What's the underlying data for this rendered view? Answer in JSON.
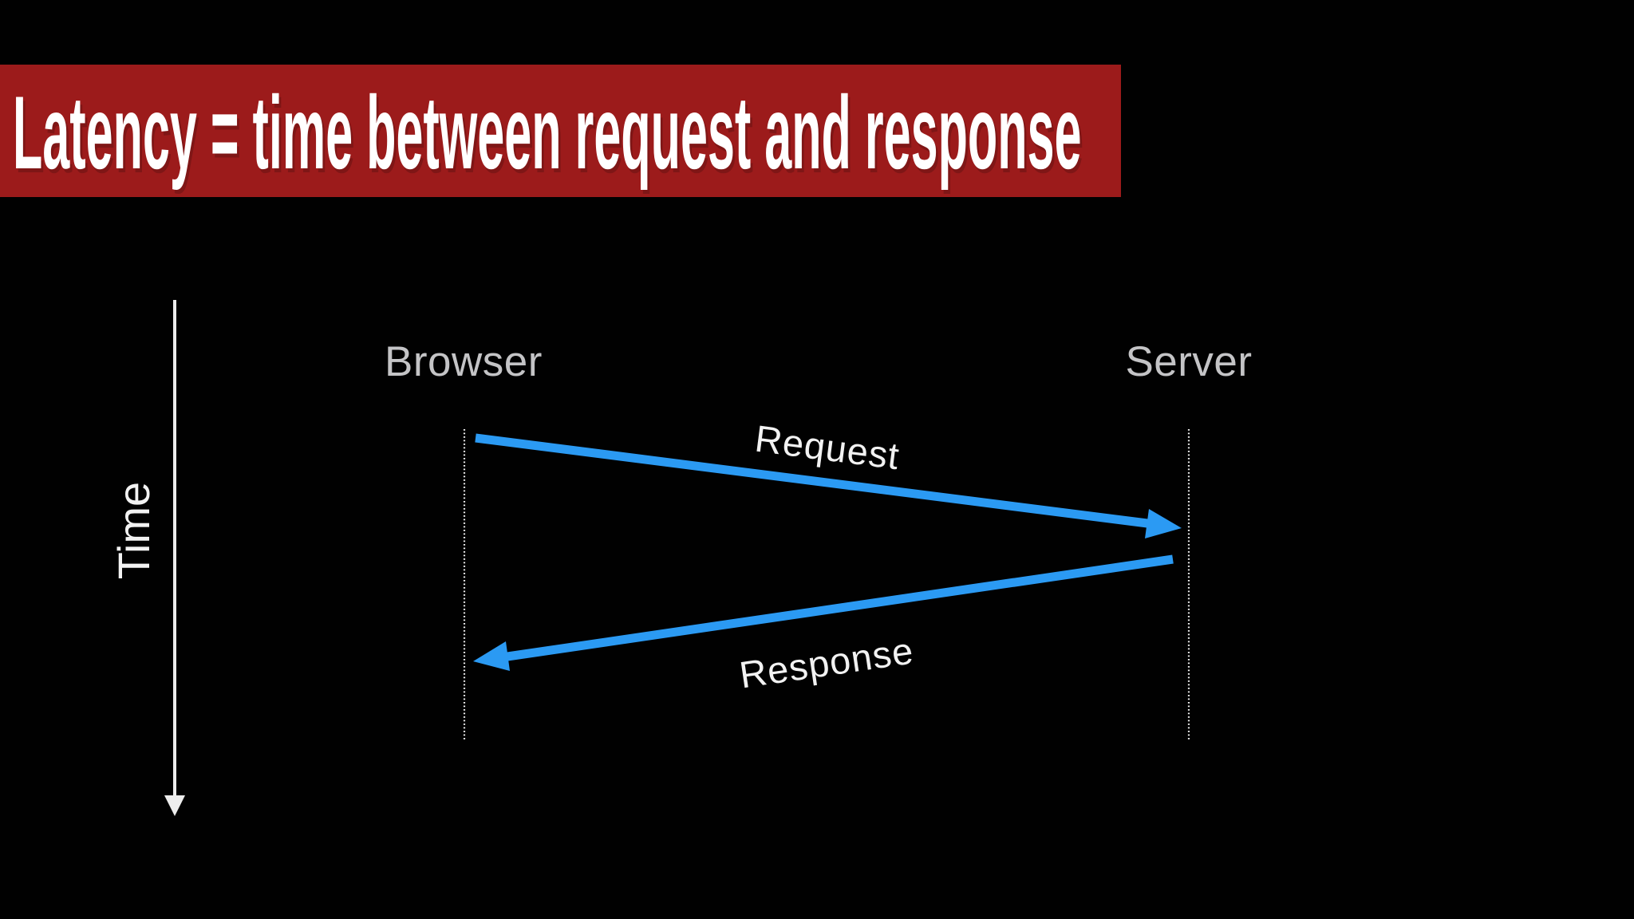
{
  "colors": {
    "background": "#010101",
    "banner": "#9c1b1b",
    "title_text": "#ffffff",
    "actor_text": "#c4c4c6",
    "label_text": "#f2f2f2",
    "axis": "#ededed",
    "arrow": "#2b9af3",
    "lifeline": "#ffffff"
  },
  "slide": {
    "title": "Latency = time between request and response",
    "diagram": {
      "time_axis_label": "Time",
      "actors": [
        {
          "id": "browser",
          "label": "Browser"
        },
        {
          "id": "server",
          "label": "Server"
        }
      ],
      "messages": [
        {
          "id": "request",
          "label": "Request",
          "from": "browser",
          "to": "server"
        },
        {
          "id": "response",
          "label": "Response",
          "from": "server",
          "to": "browser"
        }
      ]
    }
  }
}
